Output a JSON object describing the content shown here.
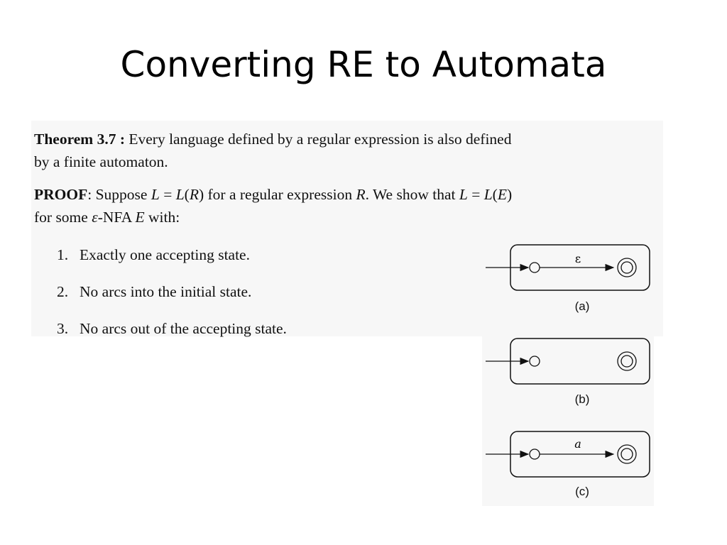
{
  "slide": {
    "title": "Converting RE to Automata"
  },
  "theorem": {
    "label": "Theorem 3.7 :",
    "line1": "Every language defined by a regular expression is also defined",
    "line2": "by a finite automaton."
  },
  "proof": {
    "label": "PROOF",
    "l1_a": ": Suppose ",
    "l1_b": "L",
    "l1_c": " = ",
    "l1_d": "L",
    "l1_e": "(",
    "l1_f": "R",
    "l1_g": ") for a regular expression ",
    "l1_h": "R",
    "l1_i": ". We show that ",
    "l1_j": "L",
    "l1_k": " = ",
    "l1_l": "L",
    "l1_m": "(",
    "l1_n": "E",
    "l1_o": ")",
    "l2_a": "for some ",
    "l2_b": "ε",
    "l2_c": "-NFA ",
    "l2_d": "E",
    "l2_e": " with:"
  },
  "conditions": [
    {
      "num": "1.",
      "text": "Exactly one accepting state."
    },
    {
      "num": "2.",
      "text": "No arcs into the initial state."
    },
    {
      "num": "3.",
      "text": "No arcs out of the accepting state."
    }
  ],
  "figures": {
    "a": {
      "caption": "(a)",
      "arc_label": "ε"
    },
    "b": {
      "caption": "(b)"
    },
    "c": {
      "caption": "(c)",
      "arc_label": "a"
    }
  },
  "colors": {
    "panel_background": "#f7f7f7",
    "text": "#111111"
  }
}
